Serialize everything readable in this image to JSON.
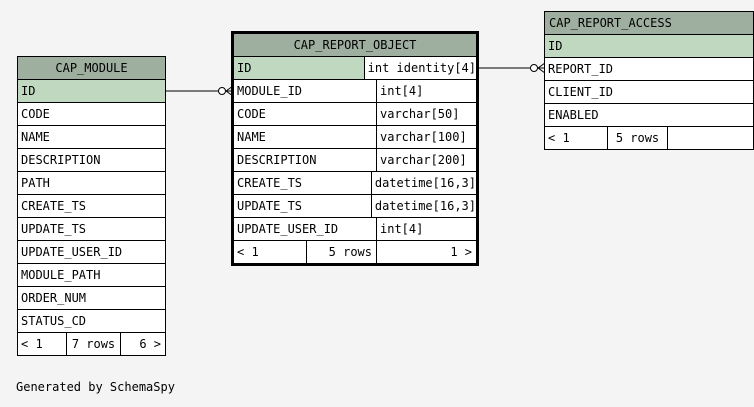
{
  "tables": {
    "cap_module": {
      "name": "CAP_MODULE",
      "columns": [
        "ID",
        "CODE",
        "NAME",
        "DESCRIPTION",
        "PATH",
        "CREATE_TS",
        "UPDATE_TS",
        "UPDATE_USER_ID",
        "MODULE_PATH",
        "ORDER_NUM",
        "STATUS_CD"
      ],
      "footer": {
        "left": "< 1",
        "mid": "7 rows",
        "right": "6 >"
      }
    },
    "cap_report_object": {
      "name": "CAP_REPORT_OBJECT",
      "columns": [
        {
          "name": "ID",
          "type": "int identity[4]"
        },
        {
          "name": "MODULE_ID",
          "type": "int[4]"
        },
        {
          "name": "CODE",
          "type": "varchar[50]"
        },
        {
          "name": "NAME",
          "type": "varchar[100]"
        },
        {
          "name": "DESCRIPTION",
          "type": "varchar[200]"
        },
        {
          "name": "CREATE_TS",
          "type": "datetime[16,3]"
        },
        {
          "name": "UPDATE_TS",
          "type": "datetime[16,3]"
        },
        {
          "name": "UPDATE_USER_ID",
          "type": "int[4]"
        }
      ],
      "footer": {
        "left": "< 1",
        "mid": "5 rows",
        "right": "1 >"
      }
    },
    "cap_report_access": {
      "name": "CAP_REPORT_ACCESS",
      "columns": [
        "ID",
        "REPORT_ID",
        "CLIENT_ID",
        "ENABLED"
      ],
      "footer": {
        "left": "< 1",
        "mid": "5 rows",
        "right": ""
      }
    }
  },
  "credit": "Generated by SchemaSpy",
  "colors": {
    "header": "#9faf9f",
    "primary_key": "#bfd8bf",
    "background": "#f4f4f4"
  }
}
